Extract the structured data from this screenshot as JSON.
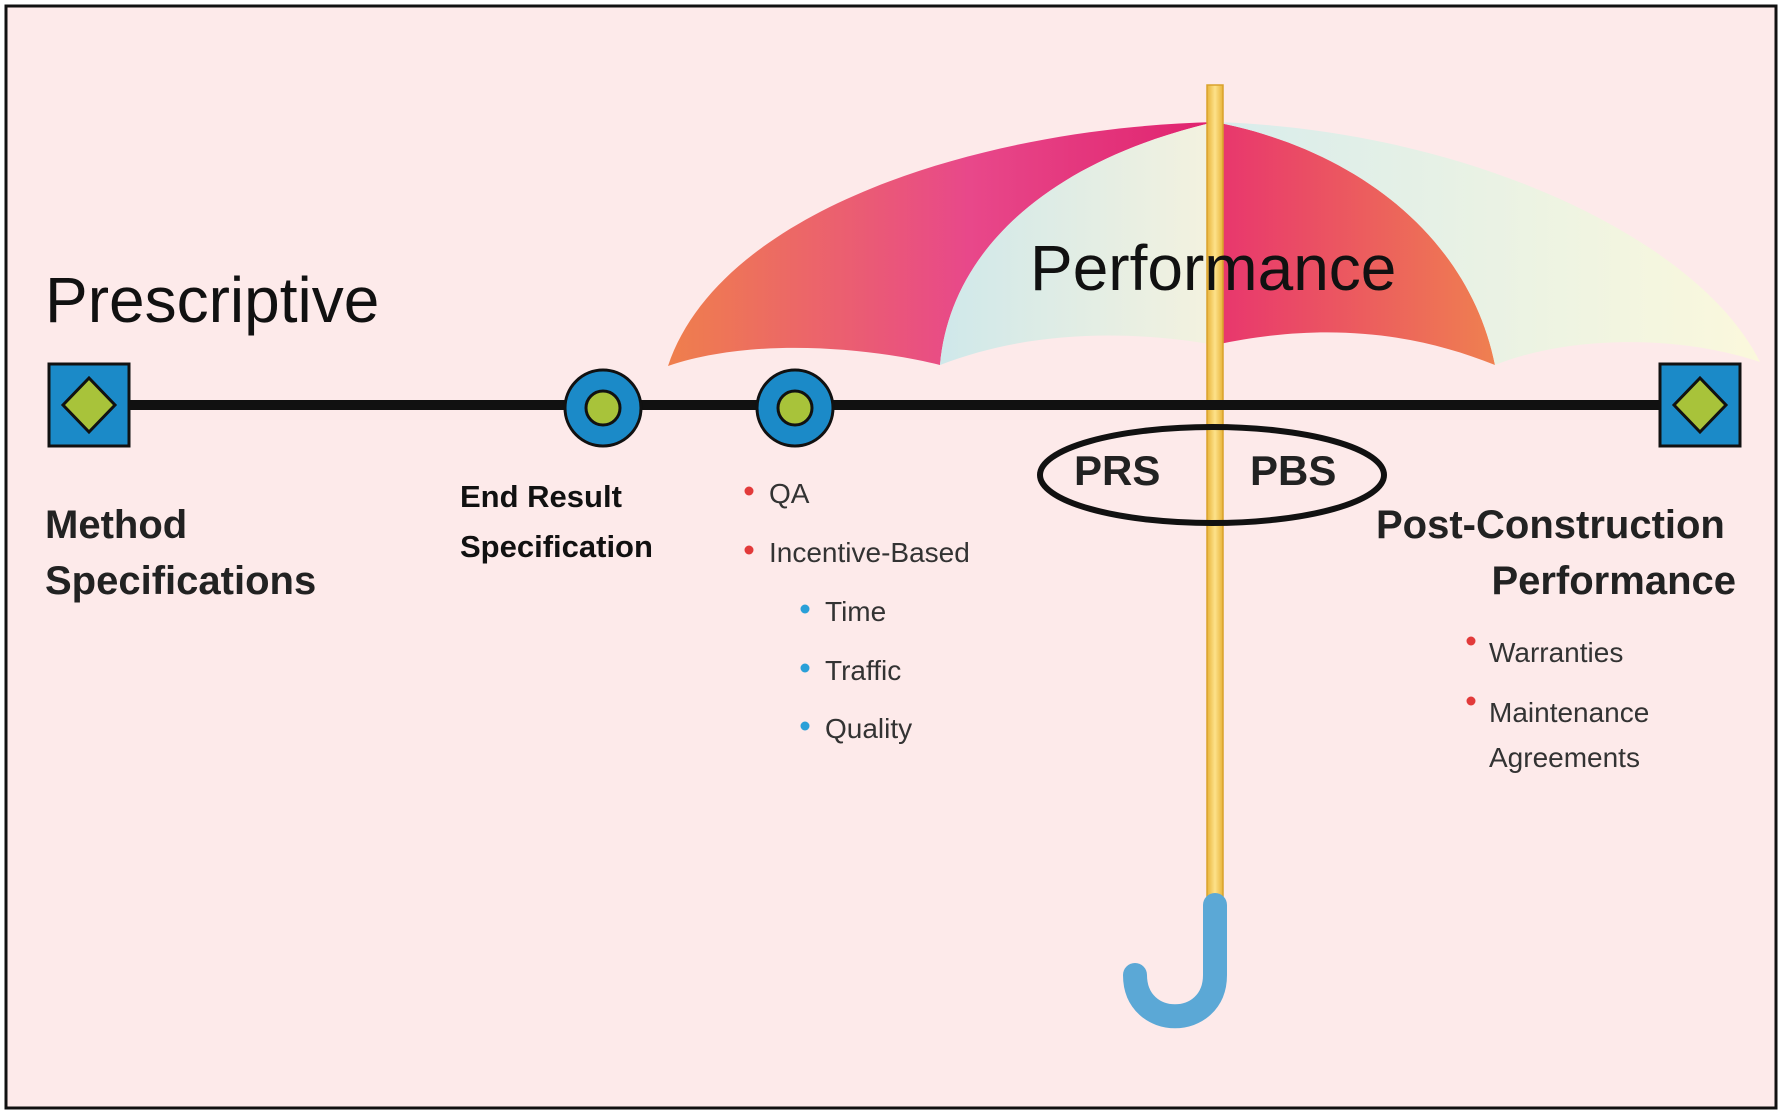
{
  "colors": {
    "background": "#fdeaea",
    "border": "#111111",
    "timeline": "#111111",
    "square_fill": "#1b8ac8",
    "diamond_fill": "#a8c33a",
    "circle_outer": "#1b8ac8",
    "circle_inner": "#a8c33a",
    "bullet_red": "#e23a3a",
    "bullet_blue": "#2aa0d8",
    "shaft": "#f2c84b",
    "handle": "#5ba8d6",
    "umbrella_pink": "#e0226e",
    "umbrella_orange": "#ef7f4c",
    "umbrella_light": "#d6ecec",
    "umbrella_cream": "#f8f5dc"
  },
  "labels": {
    "prescriptive": "Prescriptive",
    "performance": "Performance",
    "method_specifications": [
      "Method",
      "Specifications"
    ],
    "end_result_specification": [
      "End Result",
      "Specification"
    ],
    "post_construction_performance": [
      "Post-Construction",
      "Performance"
    ],
    "prs": "PRS",
    "pbs": "PBS"
  },
  "qa_list": [
    {
      "text": "QA",
      "level": 1
    },
    {
      "text": "Incentive-Based",
      "level": 1
    },
    {
      "text": "Time",
      "level": 2
    },
    {
      "text": "Traffic",
      "level": 2
    },
    {
      "text": "Quality",
      "level": 2
    }
  ],
  "post_list": [
    {
      "lines": [
        "Warranties"
      ],
      "level": 1
    },
    {
      "lines": [
        "Maintenance",
        "Agreements"
      ],
      "level": 1
    }
  ]
}
